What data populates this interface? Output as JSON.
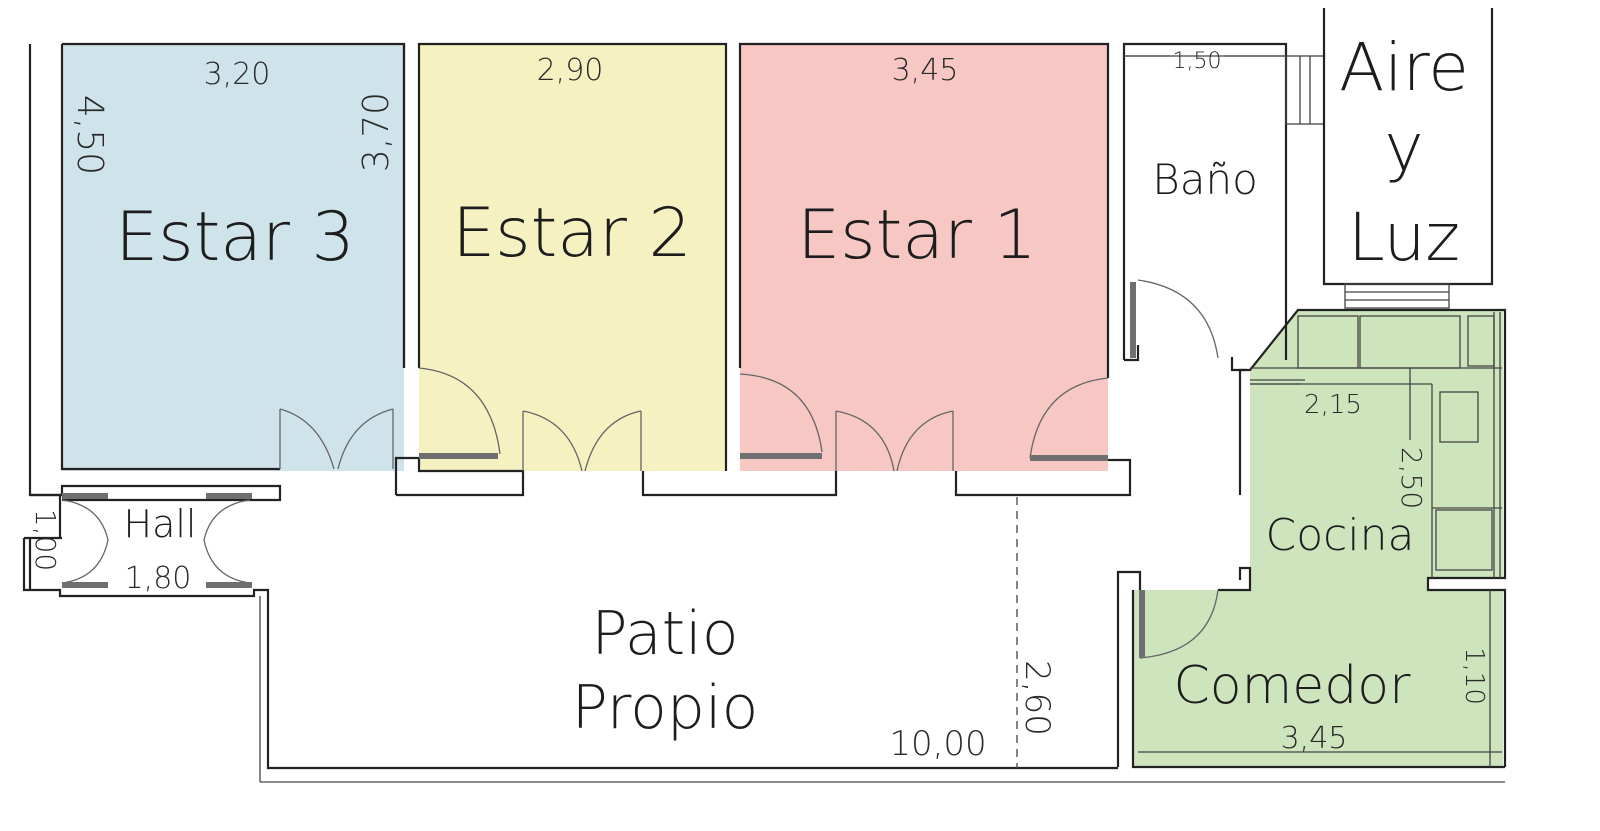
{
  "colors": {
    "estar3": "#cfe3ea",
    "estar2": "#f5f1c1",
    "estar1": "#f6c7c3",
    "cocina_comedor": "#cde4bc",
    "walls": "#222222"
  },
  "rooms": {
    "estar3": "Estar 3",
    "estar2": "Estar 2",
    "estar1": "Estar 1",
    "bano": "Baño",
    "aire_y_luz": [
      "Aire",
      "y",
      "Luz"
    ],
    "hall": "Hall",
    "patio": [
      "Patio",
      "Propio"
    ],
    "cocina": "Cocina",
    "comedor": "Comedor"
  },
  "dimensions": {
    "estar3_width": "3,20",
    "estar3_depth": "4,50",
    "estar2_depth": "3,70",
    "estar2_width": "2,90",
    "estar1_width": "3,45",
    "bano_width": "1,50",
    "hall_depth": "1,00",
    "hall_width": "1,80",
    "cocina_width": "2,15",
    "cocina_depth": "2,50",
    "comedor_width": "3,45",
    "comedor_depth": "1,10",
    "patio_length": "10,00",
    "patio_depth": "2,60"
  }
}
